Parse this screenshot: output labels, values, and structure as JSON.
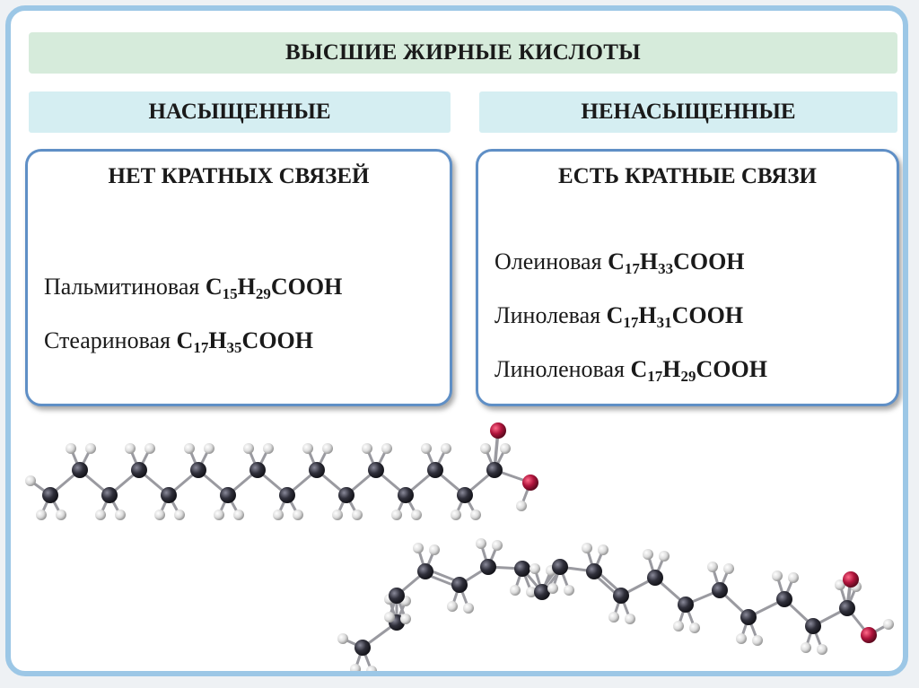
{
  "title": "ВЫСШИЕ ЖИРНЫЕ КИСЛОТЫ",
  "categories": {
    "saturated": "НАСЫЩЕННЫЕ",
    "unsaturated": "НЕНАСЫЩЕННЫЕ"
  },
  "saturated_box": {
    "heading": "НЕТ КРАТНЫХ СВЯЗЕЙ",
    "acids": [
      {
        "name": "Пальмитиновая",
        "c": "C",
        "cn": "15",
        "h": "H",
        "hn": "29",
        "tail": "COOH"
      },
      {
        "name": "Стеариновая",
        "c": "C",
        "cn": "17",
        "h": "H",
        "hn": "35",
        "tail": "COOH"
      }
    ]
  },
  "unsaturated_box": {
    "heading": "ЕСТЬ КРАТНЫЕ СВЯЗИ",
    "acids": [
      {
        "name": "Олеиновая",
        "c": "C",
        "cn": "17",
        "h": "H",
        "hn": "33",
        "tail": "COOH"
      },
      {
        "name": "Линолевая",
        "c": "C",
        "cn": "17",
        "h": "H",
        "hn": "31",
        "tail": "COOH"
      },
      {
        "name": "Линоленовая",
        "c": "C",
        "cn": "17",
        "h": "H",
        "hn": "29",
        "tail": "COOH"
      }
    ]
  },
  "colors": {
    "frame": "#9cc7e6",
    "title_bg": "#d6ebdb",
    "category_bg": "#d5eef2",
    "box_border": "#5f8fc6",
    "carbon": "#2f2f3a",
    "hydrogen": "#e6e6e6",
    "oxygen": "#b0143c"
  }
}
